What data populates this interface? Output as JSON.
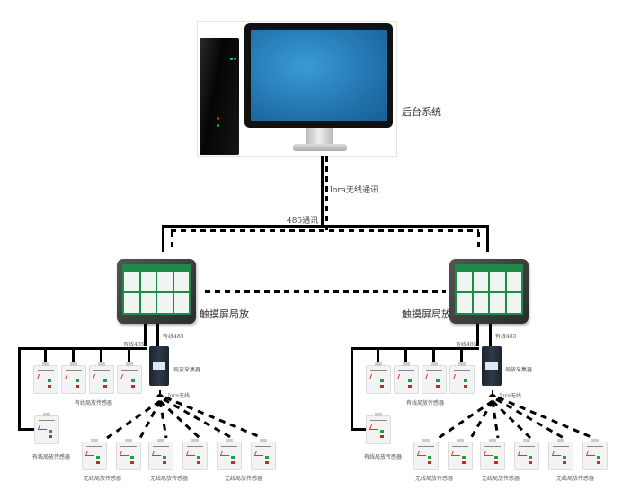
{
  "backend": {
    "label": "后台系统"
  },
  "links": {
    "lora_backbone": "lora无线通讯",
    "rs485_backbone": "485通讯"
  },
  "clusters": [
    {
      "panel_label": "触摸屏局放",
      "wired_link_left": "有线485",
      "wired_link_right": "有线485",
      "collector_label": "局放采集器",
      "lora_label": "lora无线",
      "wired_group_label": "有线局放传感器",
      "wired_single_label": "有线局放传感器",
      "wireless_labels": [
        "无线局放传感器",
        "无线局放传感器",
        "无线局放传感器"
      ]
    },
    {
      "panel_label": "触摸屏局放",
      "wired_link_left": "有线485",
      "wired_link_right": "有线485",
      "collector_label": "局放采集器",
      "lora_label": "lora无线",
      "wired_group_label": "有线局放传感器",
      "wired_single_label": "有线局放传感器",
      "wireless_labels": [
        "无线局放传感器",
        "无线局放传感器",
        "无线局放传感器"
      ]
    }
  ]
}
